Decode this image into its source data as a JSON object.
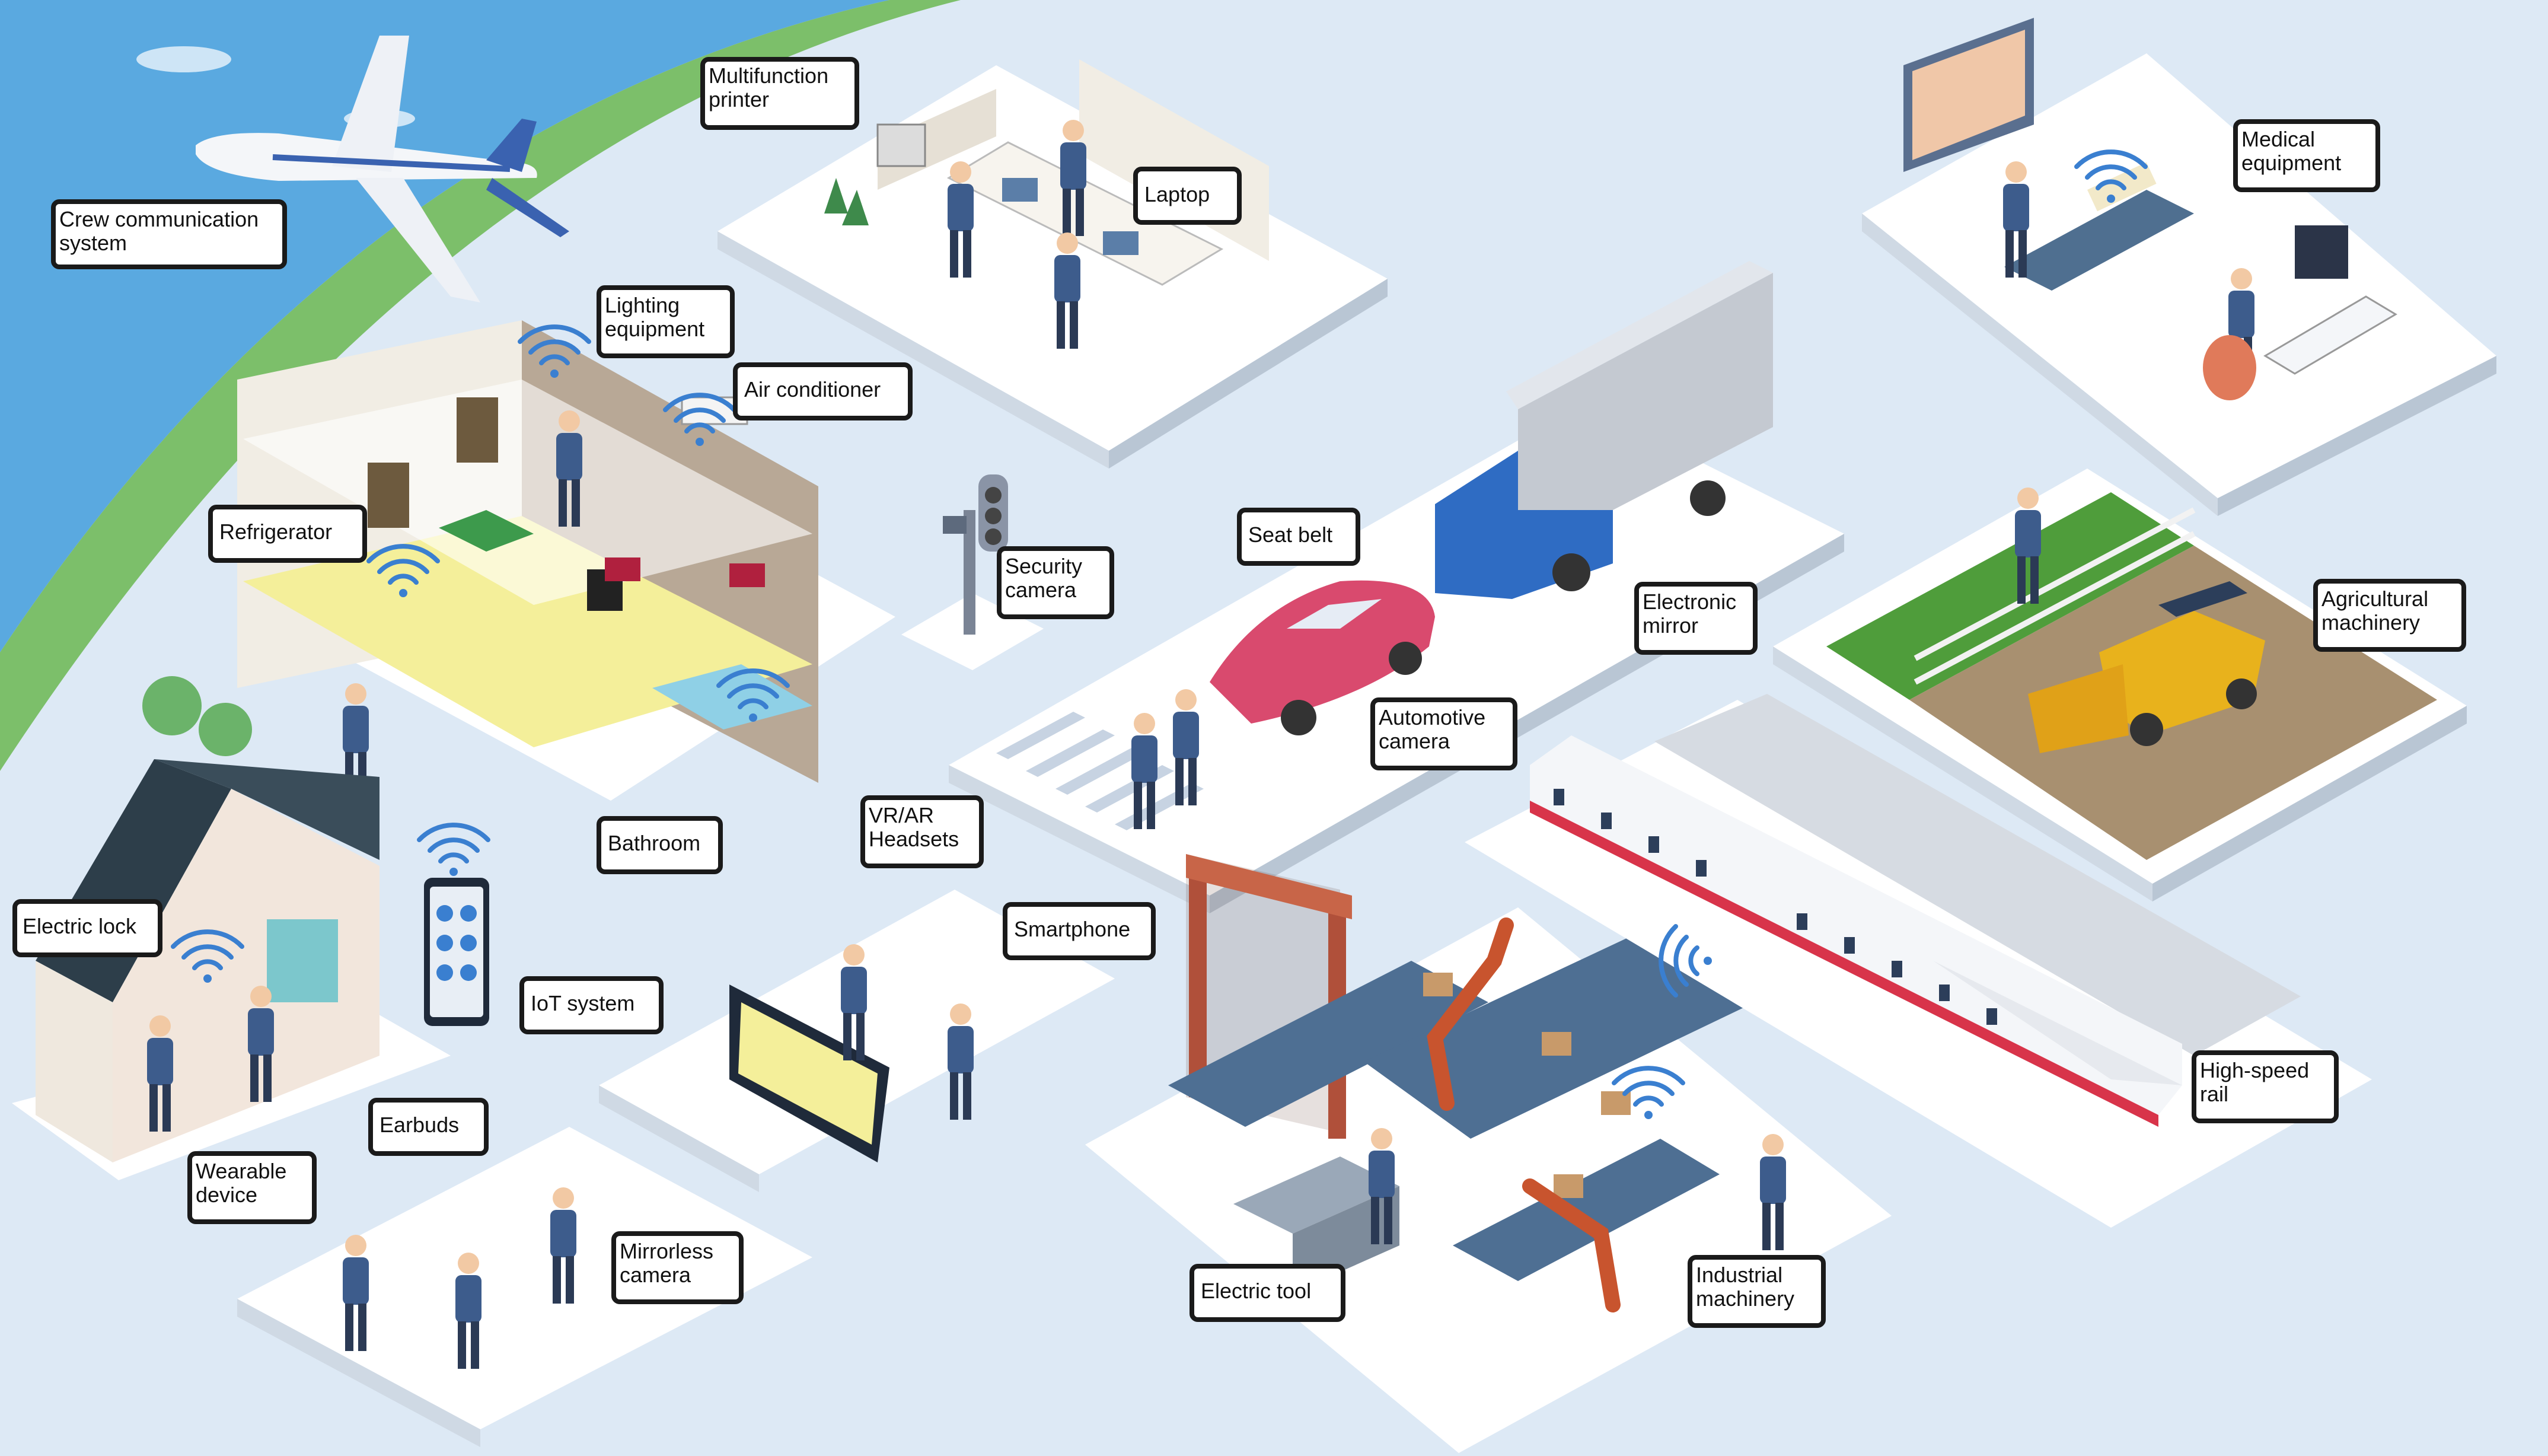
{
  "colors": {
    "background": "#dde9f5",
    "sea": "#5aa9e0",
    "grass_band": "#7cbf6a",
    "platform": "#ffffff",
    "platform_side": "#cfd9e4",
    "wifi": "#3a7fd0",
    "label_border": "#1a1a1a",
    "truck_cab": "#2f6cc3",
    "car": "#d94a6e",
    "robot_arm": "#c8542e",
    "conveyor": "#4e6f93",
    "train_stripe": "#d8344a",
    "field_grass": "#4f9d3b",
    "field_soil": "#a89070",
    "harvester": "#e8b21c"
  },
  "labels": {
    "crew_communication": "Crew communication system",
    "multifunction_printer": "Multifunction printer",
    "laptop": "Laptop",
    "medical_equipment": "Medical equipment",
    "lighting_equipment": "Lighting equipment",
    "air_conditioner": "Air conditioner",
    "refrigerator": "Refrigerator",
    "security_camera": "Security camera",
    "seat_belt": "Seat belt",
    "electronic_mirror": "Electronic mirror",
    "agricultural_machinery": "Agricultural machinery",
    "automotive_camera": "Automotive camera",
    "bathroom": "Bathroom",
    "vr_ar_headsets": "VR/AR Headsets",
    "smartphone": "Smartphone",
    "electric_lock": "Electric lock",
    "iot_system": "IoT system",
    "high_speed_rail": "High-speed rail",
    "earbuds": "Earbuds",
    "wearable_device": "Wearable device",
    "mirrorless_camera": "Mirrorless camera",
    "electric_tool": "Electric tool",
    "industrial_machinery": "Industrial machinery"
  }
}
